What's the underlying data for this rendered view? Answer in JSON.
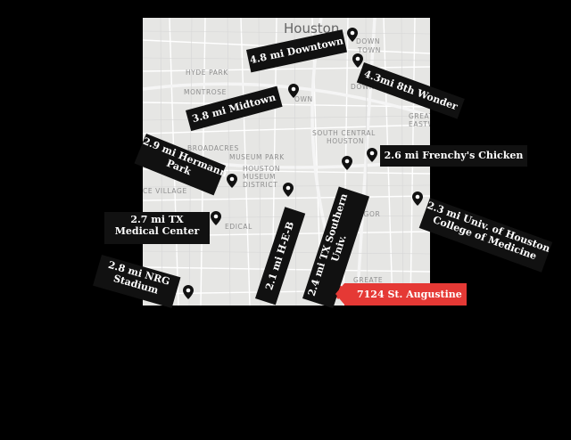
{
  "map": {
    "city_label": "Houston",
    "area_labels": {
      "hyde_park": "HYDE PARK",
      "montrose": "MONTROSE",
      "downtown_short": "DOWN",
      "downtown_line2": "TOWN",
      "downtown_small": "DOWNT",
      "midtown_fragment": "OWN",
      "greater_east": "GREAT",
      "greater_east_2": "EASTW",
      "broadacres": "BROADACRES",
      "south_central_1": "SOUTH CENTRAL",
      "south_central_2": "HOUSTON",
      "museum_park": "MUSEUM PARK",
      "museum_district_1": "HOUSTON",
      "museum_district_2": "MUSEUM",
      "museum_district_3": "DISTRICT",
      "village": "CE VILLAGE",
      "medical": "EDICAL",
      "gregor": "GREGOR",
      "greater_bottom": "GREATE"
    }
  },
  "labels": {
    "downtown": "4.8 mi Downtown",
    "eighth_wonder": "4.3mi 8th Wonder",
    "midtown": "3.8 mi Midtown",
    "frenchys": "2.6 mi Frenchy's Chicken",
    "hermann_1": "2.9 mi Hermann",
    "hermann_2": "Park",
    "uh_med_1": "2.3 mi Univ. of Houston",
    "uh_med_2": "College of Medicine",
    "tx_med_1": "2.7 mi TX",
    "tx_med_2": "Medical Center",
    "nrg_1": "2.8 mi NRG",
    "nrg_2": "Stadium",
    "heb": "2.1 mi H-E-B",
    "tsu_1": "2.4 mi TX Southern",
    "tsu_2": "Univ."
  },
  "destination": "7124 St. Augustine",
  "colors": {
    "tag": "#111111",
    "destination": "#e53935",
    "pin_dark": "#111111",
    "pin_red": "#e53935",
    "map_bg": "#e6e6e4"
  },
  "icons": {
    "marker": "map-pin-icon"
  }
}
